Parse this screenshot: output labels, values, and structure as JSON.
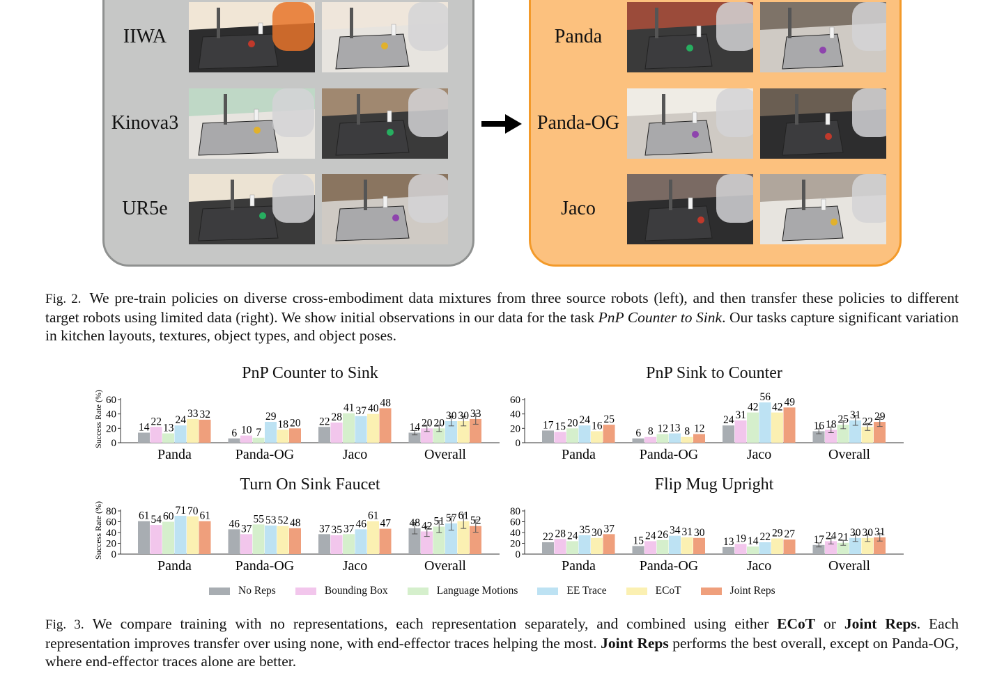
{
  "fig2": {
    "source_robots": [
      "IIWA",
      "Kinova3",
      "UR5e"
    ],
    "target_robots": [
      "Panda",
      "Panda-OG",
      "Jaco"
    ],
    "caption_label": "Fig. 2.",
    "caption_pre": "We pre-train policies on diverse cross-embodiment data mixtures from three source robots (left), and then transfer these policies to different target robots using limited data (right). We show initial observations in our data for the task ",
    "caption_task": "PnP Counter to Sink",
    "caption_post": ". Our tasks capture significant variation in kitchen layouts, textures, object types, and object poses."
  },
  "colors": {
    "source_panel": "#c6c7c6",
    "target_panel": "#fcc17e",
    "series": [
      "#a8adb2",
      "#f2c6ec",
      "#d5efcc",
      "#bde2f3",
      "#fbf0b2",
      "#ef9f7c"
    ]
  },
  "legend": [
    "No Reps",
    "Bounding Box",
    "Language Motions",
    "EE Trace",
    "ECoT",
    "Joint Reps"
  ],
  "chart_data": [
    {
      "type": "bar",
      "title": "PnP Counter to Sink",
      "ylabel": "Success Rate (%)",
      "ylim": [
        0,
        60
      ],
      "yticks": [
        0,
        20,
        40,
        60
      ],
      "categories": [
        "Panda",
        "Panda-OG",
        "Jaco",
        "Overall"
      ],
      "series": [
        {
          "name": "No Reps",
          "values": [
            14,
            6,
            22,
            14
          ]
        },
        {
          "name": "Bounding Box",
          "values": [
            22,
            10,
            28,
            20
          ]
        },
        {
          "name": "Language Motions",
          "values": [
            13,
            7,
            41,
            20
          ]
        },
        {
          "name": "EE Trace",
          "values": [
            24,
            29,
            37,
            30
          ]
        },
        {
          "name": "ECoT",
          "values": [
            33,
            18,
            40,
            30
          ]
        },
        {
          "name": "Joint Reps",
          "values": [
            32,
            20,
            48,
            33
          ]
        }
      ],
      "error_bars_on": "Overall"
    },
    {
      "type": "bar",
      "title": "PnP Sink to Counter",
      "ylabel": "",
      "ylim": [
        0,
        60
      ],
      "yticks": [
        0,
        20,
        40,
        60
      ],
      "categories": [
        "Panda",
        "Panda-OG",
        "Jaco",
        "Overall"
      ],
      "series": [
        {
          "name": "No Reps",
          "values": [
            17,
            6,
            24,
            16
          ]
        },
        {
          "name": "Bounding Box",
          "values": [
            15,
            8,
            31,
            18
          ]
        },
        {
          "name": "Language Motions",
          "values": [
            20,
            12,
            42,
            25
          ]
        },
        {
          "name": "EE Trace",
          "values": [
            24,
            13,
            56,
            31
          ]
        },
        {
          "name": "ECoT",
          "values": [
            16,
            8,
            42,
            22
          ]
        },
        {
          "name": "Joint Reps",
          "values": [
            25,
            12,
            49,
            29
          ]
        }
      ],
      "error_bars_on": "Overall"
    },
    {
      "type": "bar",
      "title": "Turn On Sink Faucet",
      "ylabel": "Success Rate (%)",
      "ylim": [
        0,
        80
      ],
      "yticks": [
        0,
        20,
        40,
        60,
        80
      ],
      "categories": [
        "Panda",
        "Panda-OG",
        "Jaco",
        "Overall"
      ],
      "series": [
        {
          "name": "No Reps",
          "values": [
            61,
            46,
            37,
            48
          ]
        },
        {
          "name": "Bounding Box",
          "values": [
            54,
            37,
            35,
            42
          ]
        },
        {
          "name": "Language Motions",
          "values": [
            60,
            55,
            37,
            51
          ]
        },
        {
          "name": "EE Trace",
          "values": [
            71,
            53,
            46,
            57
          ]
        },
        {
          "name": "ECoT",
          "values": [
            70,
            52,
            61,
            61
          ]
        },
        {
          "name": "Joint Reps",
          "values": [
            61,
            48,
            47,
            52
          ]
        }
      ],
      "error_bars_on": "Overall"
    },
    {
      "type": "bar",
      "title": "Flip Mug Upright",
      "ylabel": "",
      "ylim": [
        0,
        80
      ],
      "yticks": [
        0,
        20,
        40,
        60,
        80
      ],
      "categories": [
        "Panda",
        "Panda-OG",
        "Jaco",
        "Overall"
      ],
      "series": [
        {
          "name": "No Reps",
          "values": [
            22,
            15,
            13,
            17
          ]
        },
        {
          "name": "Bounding Box",
          "values": [
            28,
            24,
            19,
            24
          ]
        },
        {
          "name": "Language Motions",
          "values": [
            24,
            26,
            14,
            21
          ]
        },
        {
          "name": "EE Trace",
          "values": [
            35,
            34,
            22,
            30
          ]
        },
        {
          "name": "ECoT",
          "values": [
            30,
            31,
            29,
            30
          ]
        },
        {
          "name": "Joint Reps",
          "values": [
            37,
            30,
            27,
            31
          ]
        }
      ],
      "error_bars_on": "Overall"
    }
  ],
  "fig3": {
    "caption_label": "Fig. 3.",
    "caption_pre": "We compare training with no representations, each representation separately, and combined using either ",
    "caption_b1": "ECoT",
    "caption_mid1": " or ",
    "caption_b2": "Joint Reps",
    "caption_mid2": ". Each representation improves transfer over using none, with end-effector traces helping the most. ",
    "caption_b3": "Joint Reps",
    "caption_post": " performs the best overall, except on Panda-OG, where end-effector traces alone are better."
  }
}
